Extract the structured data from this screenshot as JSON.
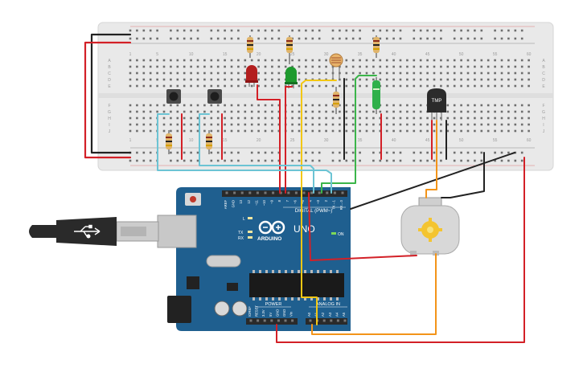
{
  "breadboard": {
    "column_numbers": [
      "1",
      "5",
      "10",
      "15",
      "20",
      "25",
      "30",
      "35",
      "40",
      "45",
      "50",
      "55",
      "60"
    ],
    "row_letters_top": [
      "A",
      "B",
      "C",
      "D",
      "E"
    ],
    "row_letters_bottom": [
      "F",
      "G",
      "H",
      "I",
      "J"
    ]
  },
  "sensor": {
    "label": "TMP"
  },
  "arduino": {
    "brand": "ARDUINO",
    "model": "UNO",
    "digital_label": "DIGITAL (PWM~)",
    "power_label": "POWER",
    "analog_label": "ANALOG IN",
    "on_label": "ON",
    "l_label": "L",
    "tx_label": "TX",
    "rx_label": "RX",
    "digital_pins": [
      "AREF",
      "GND",
      "13",
      "12",
      "~11",
      "~10",
      "~9",
      "8",
      "7",
      "~6",
      "~5",
      "4",
      "~3",
      "2",
      "TX→1",
      "RX←0"
    ],
    "power_pins": [
      "IOREF",
      "RESET",
      "3.3V",
      "5V",
      "GND",
      "GND",
      "Vin"
    ],
    "analog_pins": [
      "A0",
      "A1",
      "A2",
      "A3",
      "A4",
      "A5"
    ]
  },
  "colors": {
    "board": "#1f5f8f",
    "breadboard": "#e9e9e9",
    "wire_red": "#d32027",
    "wire_black": "#222222",
    "wire_yellow": "#f2c713",
    "wire_cyan": "#6cc4d4",
    "wire_green": "#3bb54a",
    "wire_orange": "#f39419"
  }
}
